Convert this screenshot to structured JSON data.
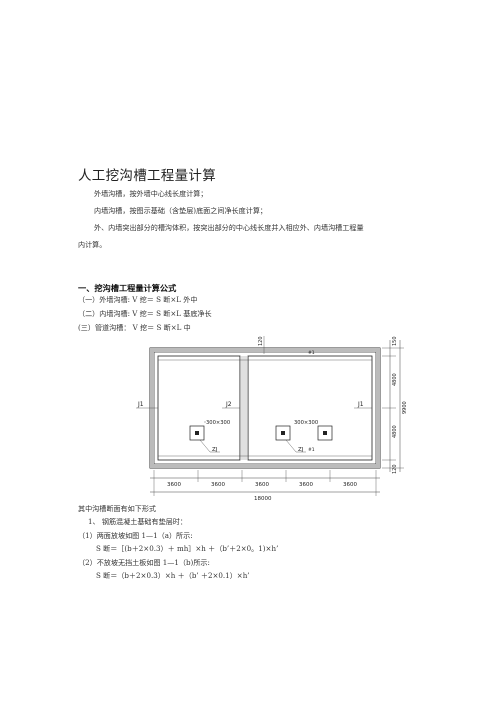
{
  "title": "人工挖沟槽工程量计算",
  "intro": [
    "外墙沟槽，按外墙中心线长度计算；",
    "内墙沟槽，按图示基础（含垫层)底面之间净长度计算；",
    "外、内墙突出部分的槽沟体积，按突出部分的中心线长度并入相应外、内墙沟槽工程量",
    "内计算。"
  ],
  "section1": {
    "heading": "一、挖沟槽工程量计算公式",
    "items": [
      "（一）外墙沟槽: V 挖＝ S 断×L 外中",
      "（二）内墙沟槽: V 挖＝ S 断×L 基底净长",
      "(三）管道沟槽：  V 挖＝ S 断×L 中"
    ]
  },
  "drawing": {
    "axis_labels": [
      "J1",
      "J2",
      "J1"
    ],
    "dim_top_small": "120",
    "pillar_labels": [
      "300×300",
      "300×300"
    ],
    "zj_labels": [
      "ZJ",
      "ZJ"
    ],
    "marks": [
      "#1",
      "#1"
    ],
    "right_dims": [
      "150",
      "4800",
      "4800",
      "120"
    ],
    "right_total": "9900",
    "bottom_dims": [
      "3600",
      "3600",
      "3600",
      "3600",
      "3600"
    ],
    "bottom_total": "18000"
  },
  "after": {
    "line1": "其中沟槽断面有如下形式",
    "line2": "1、  钢筋混凝土基础有垫层时：",
    "line3": "（1）两面放坡如图 1—1（a）所示:",
    "formula1": "S 断＝［(b＋2×0.3）＋  mh］×h ＋（b’＋2×0。1)×h’",
    "line4": "（2）不放坡无挡土板如图 1—1（b)所示:",
    "formula2": "S 断＝（b＋2×0.3）×h ＋（b’ ＋2×0.1）×h’"
  }
}
